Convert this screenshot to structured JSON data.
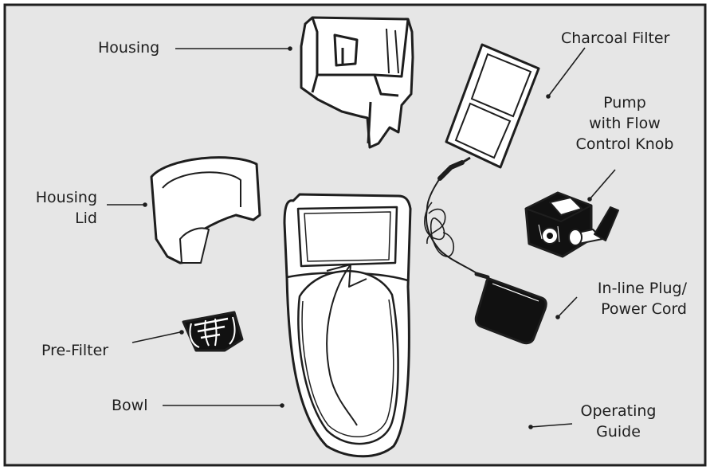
{
  "colors": {
    "background": "#e6e6e6",
    "frame": "#1f1f1f",
    "part_fill": "#ffffff",
    "ink": "#1e1e1e",
    "dark_part": "#111111"
  },
  "labels": {
    "housing": "Housing",
    "charcoal_filter": "Charcoal Filter",
    "pump": [
      "Pump",
      "with Flow",
      "Control Knob"
    ],
    "housing_lid": [
      "Housing",
      "Lid"
    ],
    "inline_plug": [
      "In-line Plug/",
      "Power Cord"
    ],
    "pre_filter": "Pre-Filter",
    "bowl": "Bowl",
    "operating_guide": [
      "Operating",
      "Guide"
    ]
  },
  "icons": {
    "housing": "fountain-housing-icon",
    "charcoal_filter": "charcoal-filter-icon",
    "housing_lid": "housing-lid-icon",
    "pump": "pump-icon",
    "power_cord": "power-cord-icon",
    "plug": "inline-plug-icon",
    "pre_filter": "pre-filter-icon",
    "bowl": "bowl-icon"
  }
}
